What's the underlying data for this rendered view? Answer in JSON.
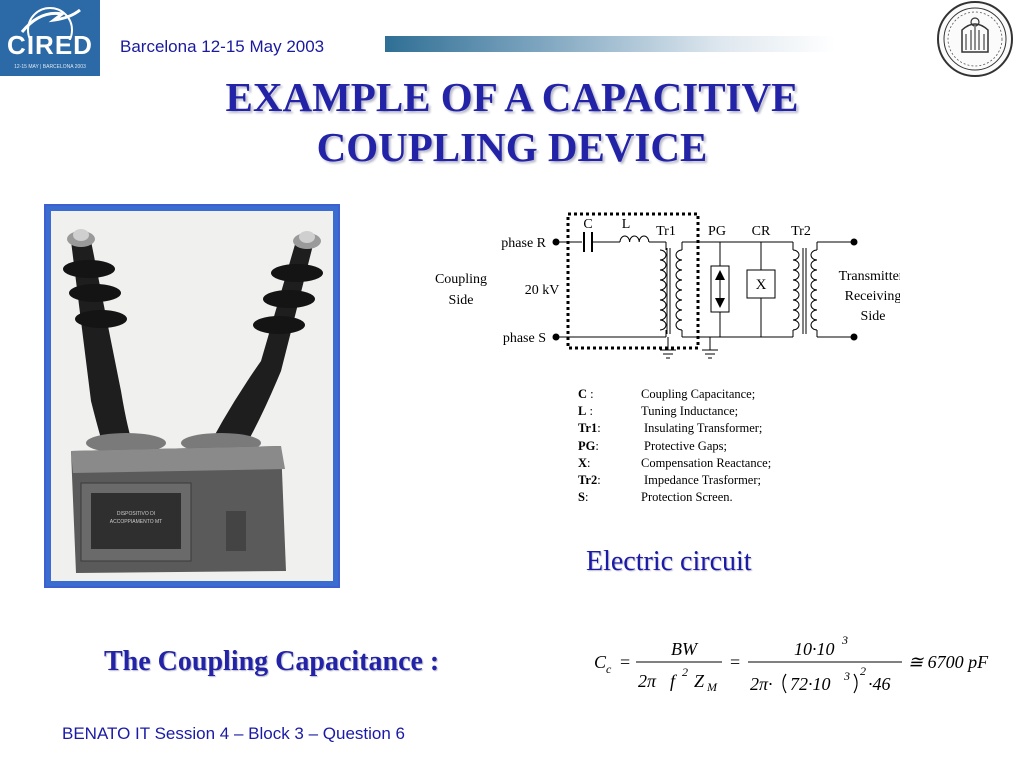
{
  "header": {
    "logo_text": "CIRED",
    "logo_sub": "12-15 MAY | BARCELONA 2003",
    "conference": "Barcelona  12-15 May 2003"
  },
  "title": {
    "line1": "EXAMPLE OF A CAPACITIVE",
    "line2": "COUPLING DEVICE"
  },
  "photo": {
    "plate_line1": "DISPOSITIVO DI",
    "plate_line2": "ACCOPPIAMENTO MT"
  },
  "circuit": {
    "labels": {
      "C": "C",
      "L": "L",
      "Tr1": "Tr1",
      "PG": "PG",
      "CR": "CR",
      "Tr2": "Tr2",
      "X": "X",
      "phase_r": "phase R",
      "phase_s": "phase S",
      "voltage": "20 kV",
      "coupling_side_1": "Coupling",
      "coupling_side_2": "Side",
      "tx_1": "Transmitter/",
      "tx_2": "Receiving",
      "tx_3": "Side"
    }
  },
  "legend": [
    {
      "key": "C",
      "sep": " :",
      "desc": "Coupling Capacitance;"
    },
    {
      "key": "L",
      "sep": " :",
      "desc": "Tuning Inductance;"
    },
    {
      "key": "Tr1",
      "sep": ":",
      "desc": "Insulating Transformer;"
    },
    {
      "key": "PG",
      "sep": ":",
      "desc": "Protective Gaps;"
    },
    {
      "key": "X",
      "sep": ":",
      "desc": "Compensation Reactance;"
    },
    {
      "key": "Tr2",
      "sep": ":",
      "desc": "Impedance Trasformer;"
    },
    {
      "key": "S",
      "sep": ":",
      "desc": "Protection Screen."
    }
  ],
  "circuit_caption": "Electric circuit",
  "coupling_label": "The Coupling Capacitance :",
  "formula": {
    "C": "C",
    "c": "c",
    "eq": "=",
    "num1": "BW",
    "den1_a": "2π",
    "den1_f": "f",
    "den1_2": "2",
    "den1_Z": "Z",
    "den1_M": "M",
    "num2": "10·10",
    "num2_exp": "3",
    "den2_a": "2π·",
    "den2_b": "72·10",
    "den2_exp": "3",
    "den2_sq": "2",
    "den2_c": "·46",
    "result": "≅ 6700 pF"
  },
  "footer": "BENATO   IT  Session 4   – Block  3 – Question 6",
  "colors": {
    "title": "#2323a8",
    "accent_blue": "#1a1aa6",
    "header_bar": "#2f6f95",
    "logo_bg": "#2b6aa6"
  }
}
